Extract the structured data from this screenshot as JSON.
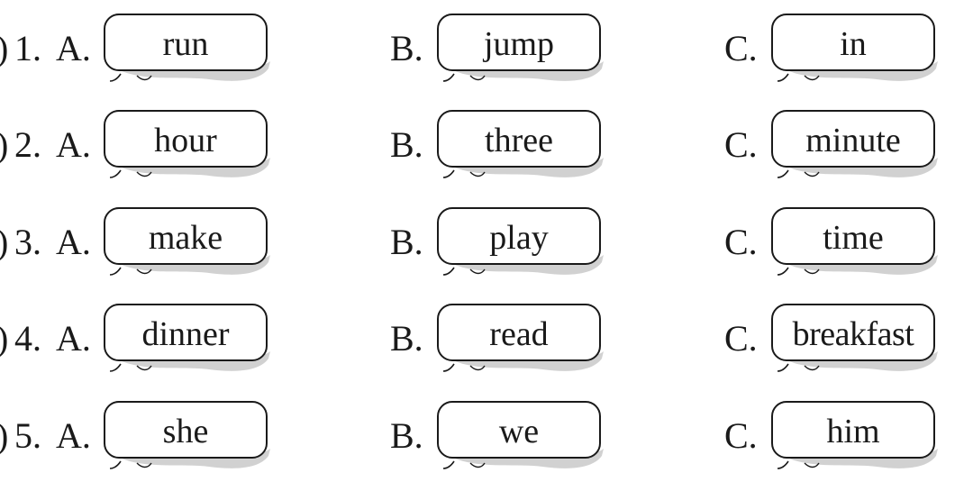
{
  "questions": [
    {
      "number": "1.",
      "options": [
        {
          "letter": "A.",
          "word": "run"
        },
        {
          "letter": "B.",
          "word": "jump"
        },
        {
          "letter": "C.",
          "word": "in"
        }
      ]
    },
    {
      "number": "2.",
      "options": [
        {
          "letter": "A.",
          "word": "hour"
        },
        {
          "letter": "B.",
          "word": "three"
        },
        {
          "letter": "C.",
          "word": "minute"
        }
      ]
    },
    {
      "number": "3.",
      "options": [
        {
          "letter": "A.",
          "word": "make"
        },
        {
          "letter": "B.",
          "word": "play"
        },
        {
          "letter": "C.",
          "word": "time"
        }
      ]
    },
    {
      "number": "4.",
      "options": [
        {
          "letter": "A.",
          "word": "dinner"
        },
        {
          "letter": "B.",
          "word": "read"
        },
        {
          "letter": "C.",
          "word": "breakfast"
        }
      ]
    },
    {
      "number": "5.",
      "options": [
        {
          "letter": "A.",
          "word": "she"
        },
        {
          "letter": "B.",
          "word": "we"
        },
        {
          "letter": "C.",
          "word": "him"
        }
      ]
    }
  ],
  "paren_glyph": ")",
  "colors": {
    "ink": "#1a1a1a",
    "bubble_shadow": "#c9c9c9",
    "bubble_fill": "#ffffff"
  }
}
